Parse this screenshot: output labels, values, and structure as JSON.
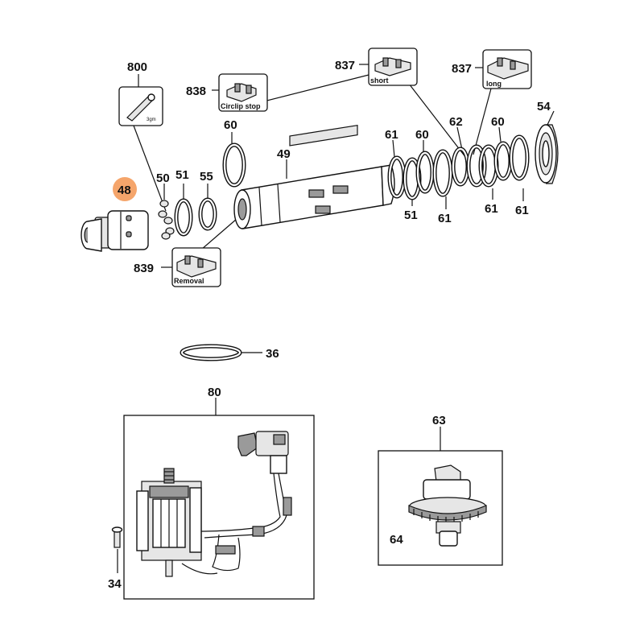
{
  "labels": {
    "p800": "800",
    "p838": "838",
    "p837a": "837",
    "p837b": "837",
    "p54": "54",
    "p60a": "60",
    "p49": "49",
    "p61a": "61",
    "p60b": "60",
    "p62": "62",
    "p60c": "60",
    "p48": "48",
    "p50": "50",
    "p51a": "51",
    "p55": "55",
    "p51b": "51",
    "p61b": "61",
    "p61c": "61",
    "p61d": "61",
    "p839": "839",
    "p36": "36",
    "p80": "80",
    "p63": "63",
    "p64": "64",
    "p34": "34"
  },
  "tool_captions": {
    "circlip_stop": "Circlip stop",
    "short": "short",
    "long": "long",
    "removal": "Removal",
    "grease_qty": "3gm"
  },
  "colors": {
    "highlight": "#f5a56b",
    "ink": "#111111"
  }
}
